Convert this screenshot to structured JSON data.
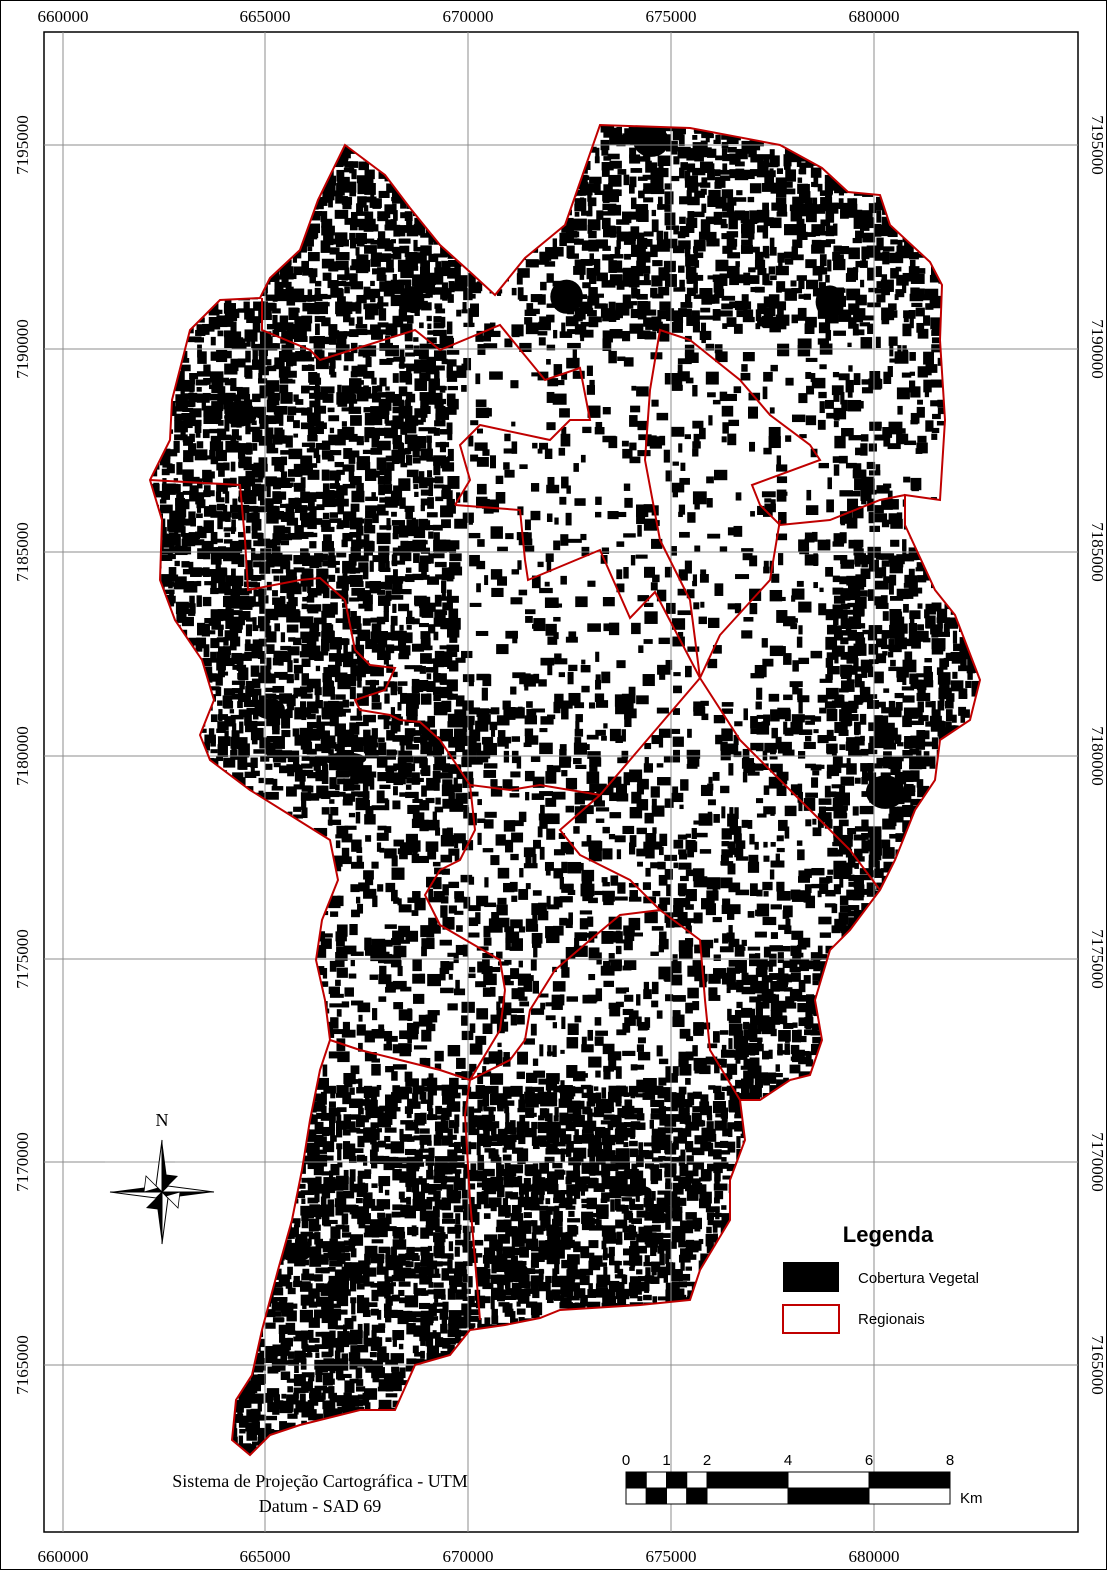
{
  "map": {
    "x_ticks": [
      "660000",
      "665000",
      "670000",
      "675000",
      "680000"
    ],
    "y_ticks": [
      "7195000",
      "7190000",
      "7185000",
      "7180000",
      "7175000",
      "7170000",
      "7165000"
    ],
    "colors": {
      "vegetation": "#000000",
      "boundary": "#c00000",
      "grid": "#8c8c8c",
      "frame": "#000000",
      "background": "#ffffff"
    }
  },
  "legend": {
    "title": "Legenda",
    "items": [
      {
        "label": "Cobertura Vegetal",
        "symbol": "filled-black-box"
      },
      {
        "label": "Regionais",
        "symbol": "red-outline-box"
      }
    ]
  },
  "projection": {
    "line1": "Sistema de Projeção Cartográfica - UTM",
    "line2": "Datum - SAD 69"
  },
  "scale_bar": {
    "labels": [
      "0",
      "1",
      "2",
      "4",
      "6",
      "8"
    ],
    "unit": "Km"
  },
  "north_arrow": {
    "label": "N",
    "icon": "compass-rose-icon"
  }
}
